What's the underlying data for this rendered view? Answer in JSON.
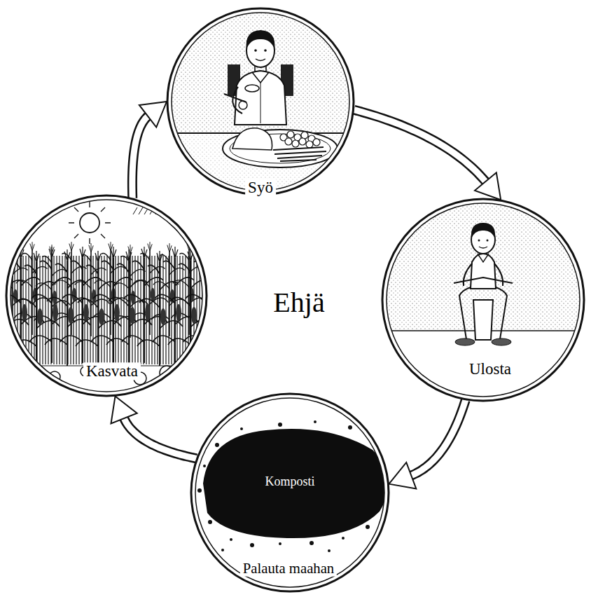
{
  "diagram": {
    "nodes": [
      {
        "text": [
          "Syö"
        ]
      },
      {
        "text": [
          "Ulosta"
        ]
      },
      {
        "text": [
          "Komposti",
          "Palauta maahan"
        ]
      },
      {
        "text": [
          "Kasvata"
        ]
      }
    ],
    "edges": [
      {
        "from": 0,
        "to": 1,
        "arrow": "to"
      },
      {
        "from": 1,
        "to": 2,
        "arrow": "to"
      },
      {
        "from": 2,
        "to": 3,
        "arrow": "to"
      },
      {
        "from": 3,
        "to": 0,
        "arrow": "to"
      }
    ],
    "labels": [
      "Ehjä"
    ]
  }
}
